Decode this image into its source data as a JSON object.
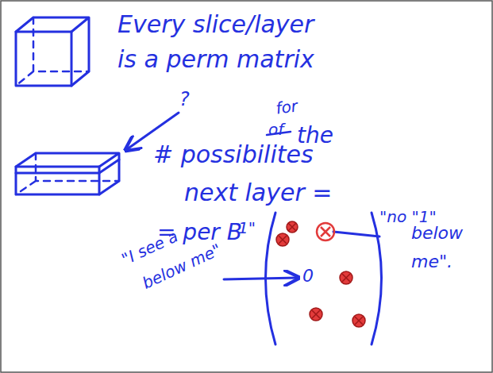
{
  "diagram": {
    "labels": [
      "Every slice/layer",
      "is a perm matrix",
      "?",
      "# possibilites",
      "of",
      "for",
      "the",
      "next layer =",
      "= per B",
      "1\"",
      "\"I see a",
      "below me\"",
      "0",
      "\"no \"1\"",
      "below",
      "me\"."
    ]
  }
}
